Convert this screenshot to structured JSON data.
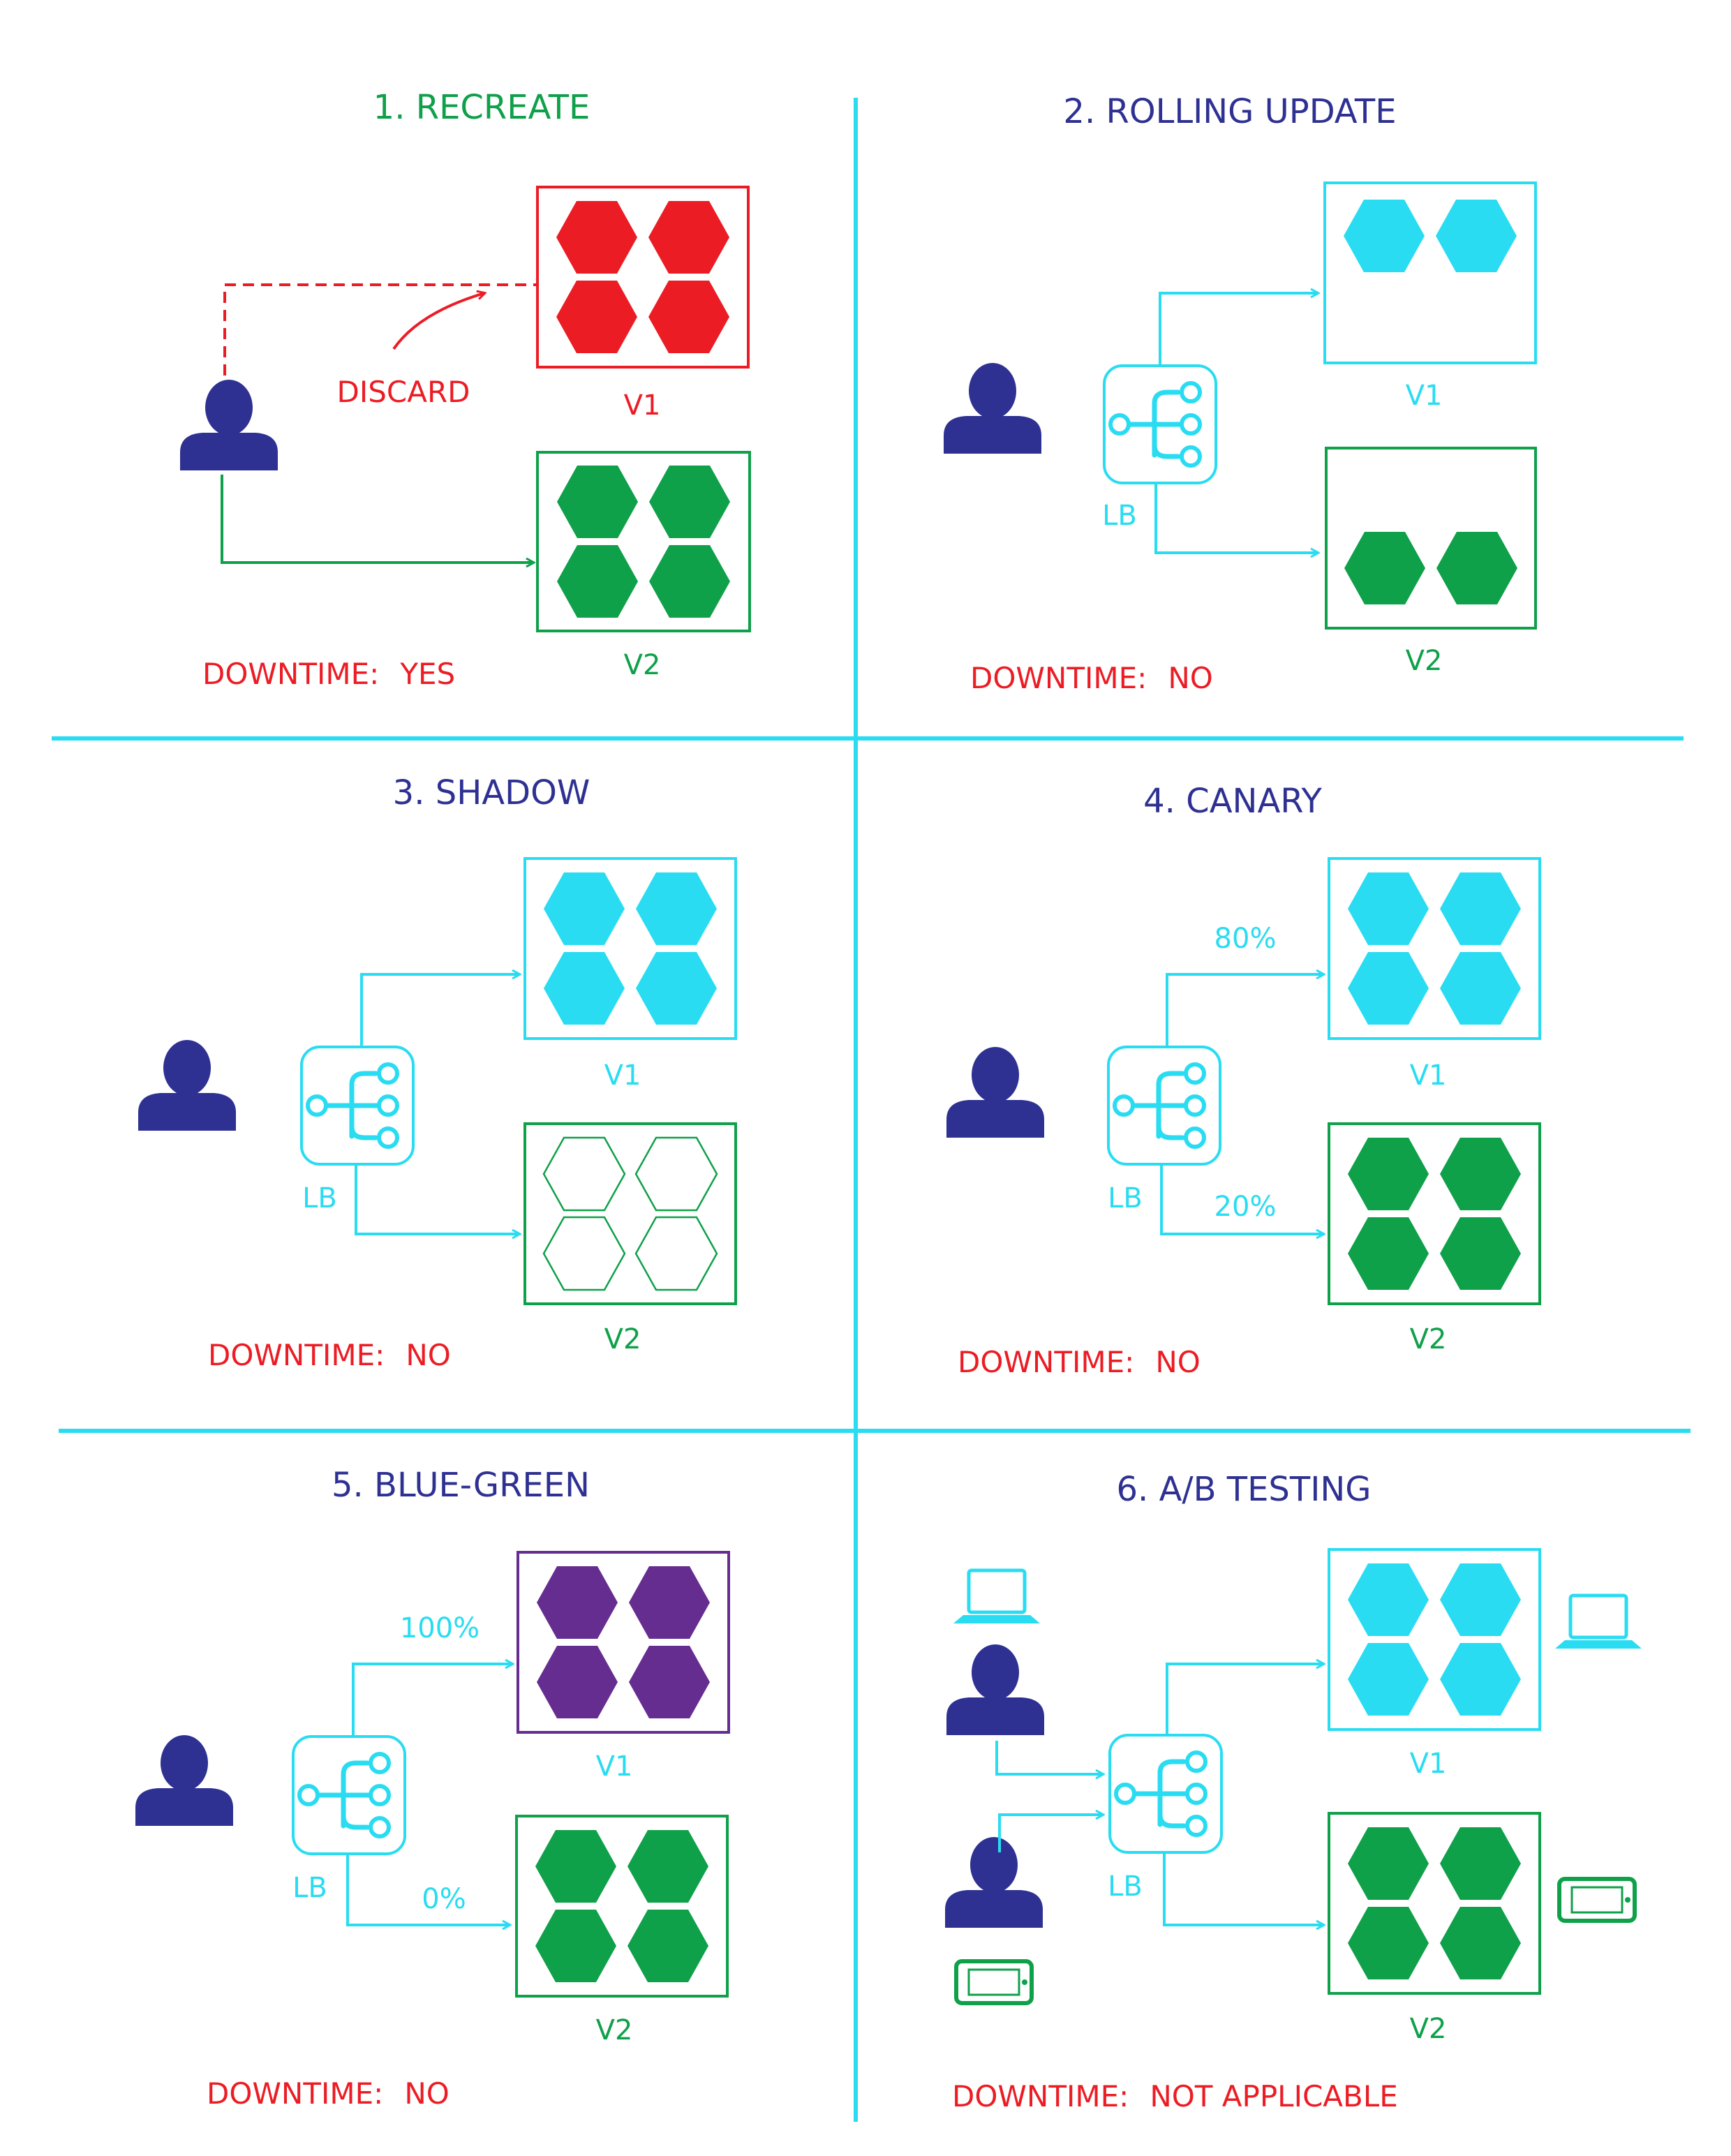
{
  "colors": {
    "red": "#ec1c24",
    "green": "#0fa04a",
    "cyan": "#29dcf2",
    "purple": "#662d91",
    "navy": "#2e3192"
  },
  "icons": {
    "user": "user-icon",
    "load_balancer": "load-balancer-icon",
    "pod": "hexagon-icon",
    "laptop": "laptop-icon",
    "phone": "phone-icon"
  },
  "panels": [
    {
      "id": "recreate",
      "title": "1. RECREATE",
      "title_color": "green",
      "v1_label": "V1",
      "v1_label_color": "red",
      "v1_box_color": "red",
      "v1_hex_color": "red",
      "v1_pods": 4,
      "v2_label": "V2",
      "v2_label_color": "green",
      "v2_box_color": "green",
      "v2_hex_color": "green",
      "v2_pods": 4,
      "annotation": "DISCARD",
      "downtime_label": "DOWNTIME:",
      "downtime_value": "YES"
    },
    {
      "id": "rolling",
      "title": "2. ROLLING UPDATE",
      "title_color": "navy",
      "lb_label": "LB",
      "v1_label": "V1",
      "v1_label_color": "cyan",
      "v1_box_color": "cyan",
      "v1_hex_color": "cyan",
      "v1_pods": 2,
      "v2_label": "V2",
      "v2_label_color": "green",
      "v2_box_color": "green",
      "v2_hex_color": "green",
      "v2_pods": 2,
      "downtime_label": "DOWNTIME:",
      "downtime_value": "NO"
    },
    {
      "id": "shadow",
      "title": "3. SHADOW",
      "title_color": "navy",
      "lb_label": "LB",
      "v1_label": "V1",
      "v1_label_color": "cyan",
      "v1_box_color": "cyan",
      "v1_hex_color": "cyan",
      "v1_pods": 4,
      "v2_label": "V2",
      "v2_label_color": "green",
      "v2_box_color": "green",
      "v2_hex_color": "green",
      "v2_hex_style": "outline",
      "v2_pods": 4,
      "downtime_label": "DOWNTIME:",
      "downtime_value": "NO"
    },
    {
      "id": "canary",
      "title": "4. CANARY",
      "title_color": "navy",
      "lb_label": "LB",
      "v1_label": "V1",
      "v1_label_color": "cyan",
      "v1_box_color": "cyan",
      "v1_hex_color": "cyan",
      "v1_pods": 4,
      "v1_traffic": "80%",
      "v2_label": "V2",
      "v2_label_color": "green",
      "v2_box_color": "green",
      "v2_hex_color": "green",
      "v2_pods": 4,
      "v2_traffic": "20%",
      "downtime_label": "DOWNTIME:",
      "downtime_value": "NO"
    },
    {
      "id": "bluegreen",
      "title": "5. BLUE-GREEN",
      "title_color": "navy",
      "lb_label": "LB",
      "v1_label": "V1",
      "v1_label_color": "cyan",
      "v1_box_color": "purple",
      "v1_hex_color": "purple",
      "v1_pods": 4,
      "v1_traffic": "100%",
      "v2_label": "V2",
      "v2_label_color": "green",
      "v2_box_color": "green",
      "v2_hex_color": "green",
      "v2_pods": 4,
      "v2_traffic": "0%",
      "downtime_label": "DOWNTIME:",
      "downtime_value": "NO"
    },
    {
      "id": "abtesting",
      "title": "6. A/B TESTING",
      "title_color": "navy",
      "lb_label": "LB",
      "v1_label": "V1",
      "v1_label_color": "cyan",
      "v1_box_color": "cyan",
      "v1_hex_color": "cyan",
      "v1_pods": 4,
      "v2_label": "V2",
      "v2_label_color": "green",
      "v2_box_color": "green",
      "v2_hex_color": "green",
      "v2_pods": 4,
      "downtime_label": "DOWNTIME:",
      "downtime_value": "NOT APPLICABLE"
    }
  ]
}
